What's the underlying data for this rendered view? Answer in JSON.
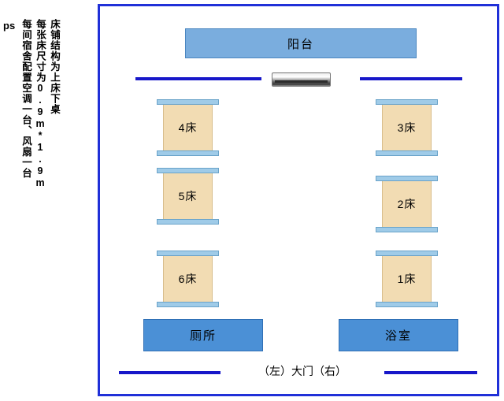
{
  "annotation": {
    "ps": "ps",
    "line1": "床铺结构为上床下桌",
    "line2": "每张床尺寸为0.9m*1.9m",
    "line3": "每间宿舍配置空调一台、风扇一台"
  },
  "room": {
    "balcony_label": "阳台",
    "toilet_label": "厕所",
    "bathroom_label": "浴室",
    "door_label": "（左）大门（右）",
    "air_conditioner_name": "air-conditioner"
  },
  "beds": [
    {
      "id": "bed-4",
      "label": "4床"
    },
    {
      "id": "bed-5",
      "label": "5床"
    },
    {
      "id": "bed-6",
      "label": "6床"
    },
    {
      "id": "bed-3",
      "label": "3床"
    },
    {
      "id": "bed-2",
      "label": "2床"
    },
    {
      "id": "bed-1",
      "label": "1床"
    }
  ],
  "colors": {
    "frame_blue": "#2030d8",
    "wall_blue": "#1717c9",
    "box_blue": "#4b90d6",
    "balcony_blue": "#7aadde",
    "bed_body": "#f2dcb3",
    "bed_slab": "#9fcbe8"
  }
}
